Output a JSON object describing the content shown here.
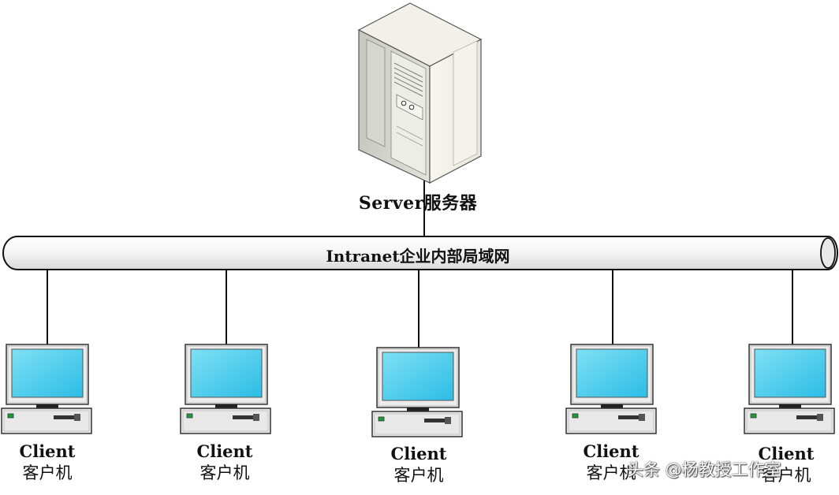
{
  "server": {
    "label": "Server服务器"
  },
  "network": {
    "label": "Intranet企业内部局域网"
  },
  "clients": [
    {
      "name": "Client",
      "sub": "客户机"
    },
    {
      "name": "Client",
      "sub": "客户机"
    },
    {
      "name": "Client",
      "sub": "客户机"
    },
    {
      "name": "Client",
      "sub": "客户机"
    },
    {
      "name": "Client",
      "sub": "客户机"
    }
  ],
  "watermark": {
    "text": "头条 @杨教授工作室"
  },
  "colors": {
    "screen": "#37c6ea",
    "screen_light": "#7fe0f4",
    "case": "#e8e8e8",
    "bus_fill": "#f2f2f2",
    "line": "#111111"
  },
  "icons": {
    "server": "server-tower-icon",
    "client": "desktop-computer-icon"
  }
}
